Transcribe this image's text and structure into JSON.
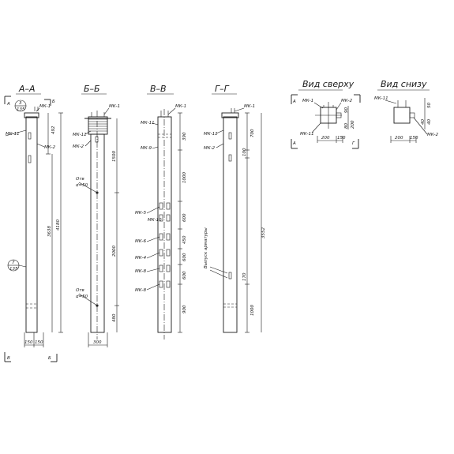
{
  "drawing": {
    "views": {
      "a": {
        "title": "А–А",
        "cut_left": "А",
        "cut_right": "Б",
        "cut_bottom_left": "В",
        "cut_bottom_right": "Б",
        "callout_top": "3",
        "callout_top_sub": "135",
        "callout_mid": "7",
        "callout_mid_sub": "135",
        "lbl_mk1": "МК-1",
        "lbl_mk11": "МК-11",
        "lbl_mk2": "МК-2",
        "dim_top": "492",
        "dim_mid": "3638",
        "dim_full": "4180",
        "dim_w1": "150",
        "dim_w2": "150"
      },
      "b": {
        "title": "Б–Б",
        "lbl_mk1": "МК-1",
        "lbl_mk11": "МК-11",
        "lbl_mk2": "МК-2",
        "hole_label_1": "Отв",
        "hole_dia_1": "d=50",
        "hole_label_2": "Отв",
        "hole_dia_2": "d=50",
        "dim_top": "1500",
        "dim_mid": "2000",
        "dim_bot": "480",
        "dim_width": "300"
      },
      "v": {
        "title": "В–В",
        "lbl_mk1": "МК-1",
        "lbl_mk11": "МК-11",
        "lbl_mk9": "МК-9",
        "lbl_mk5": "МК-5",
        "lbl_mk10": "МК-10",
        "lbl_mk6": "МК-6",
        "lbl_mk8": "МК-8",
        "lbl_mk4": "МК-4",
        "dim_1": "390",
        "dim_2": "1000",
        "dim_3": "600",
        "dim_4": "450",
        "dim_5": "600",
        "dim_6": "600",
        "dim_7": "900"
      },
      "g": {
        "title": "Г–Г",
        "lbl_mk1": "МК-1",
        "lbl_mk11": "МК-11",
        "lbl_mk2": "МК-2",
        "rebar_note": "Выпуск арматуры",
        "dim_1": "700",
        "dim_2": "100",
        "dim_3": "3552",
        "dim_4": "1000",
        "dim_5": "170"
      }
    },
    "top_view": {
      "title": "Вид сверху",
      "lbl_mk1": "МК-1",
      "lbl_mk2": "МК-2",
      "lbl_mk11": "МК-11",
      "cut_a": "А",
      "cut_g": "Г",
      "dim_1": "200",
      "dim_2": "150",
      "dim_3": "90",
      "dim_4": "200",
      "dim_5": "80"
    },
    "bottom_view": {
      "title": "Вид снизу",
      "lbl_mk11": "МК-11",
      "lbl_mk2": "МК-2",
      "dim_1": "200",
      "dim_2": "150",
      "dim_3": "40",
      "dim_4": "40",
      "dim_5": "50"
    }
  }
}
